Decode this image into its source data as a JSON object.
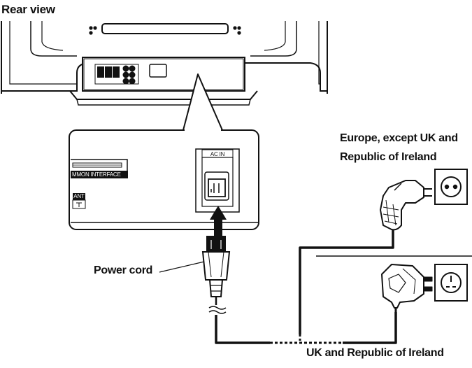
{
  "labels": {
    "rear_view": "Rear view",
    "europe_line1": "Europe, except UK and",
    "europe_line2": "Republic of Ireland",
    "power_cord": "Power cord",
    "uk_ireland": "UK and Republic of Ireland"
  },
  "panel": {
    "ac_in": "AC IN",
    "common_interface": "MMON INTERFACE",
    "ant": "ANT"
  },
  "colors": {
    "line": "#111111",
    "fill": "#ffffff",
    "shade": "#d9d9d9"
  }
}
